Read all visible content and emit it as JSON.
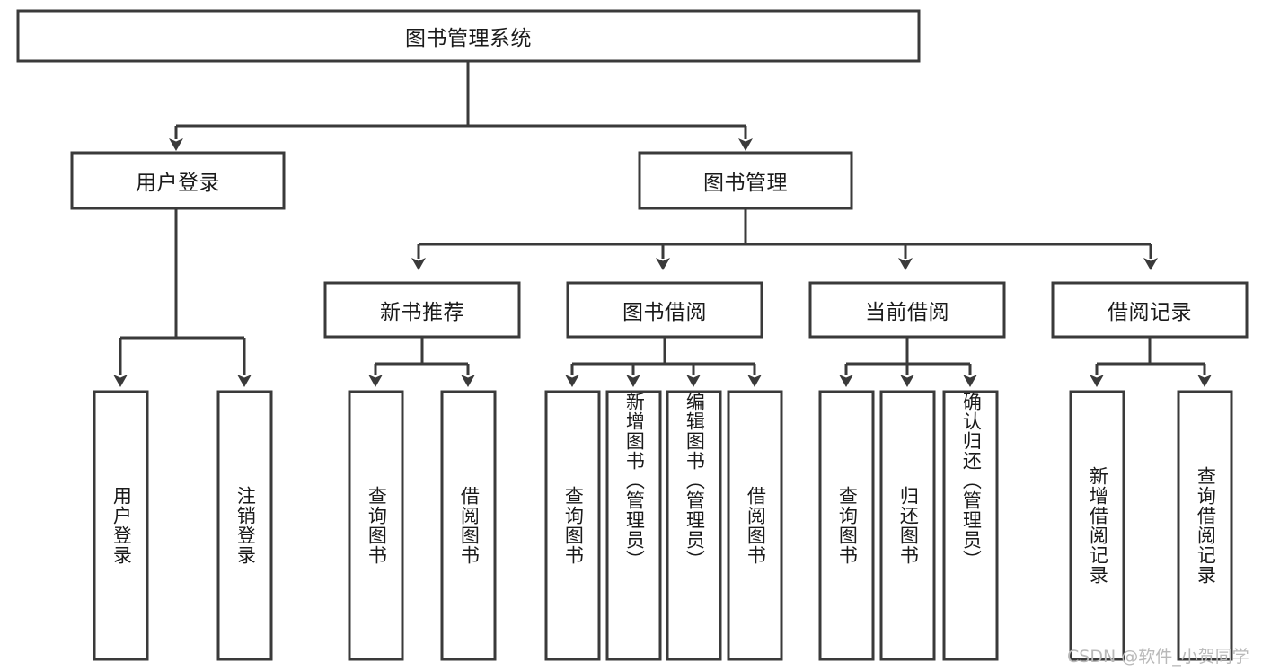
{
  "diagram": {
    "type": "hierarchy-tree",
    "title": "图书管理系统",
    "watermark": "CSDN @软件_小贺同学",
    "nodes": {
      "root": {
        "label": "图书管理系统"
      },
      "level2": [
        {
          "id": "user-login",
          "label": "用户登录"
        },
        {
          "id": "book-manage",
          "label": "图书管理"
        }
      ],
      "level3": [
        {
          "id": "new-book-recommend",
          "label": "新书推荐"
        },
        {
          "id": "book-borrow",
          "label": "图书借阅"
        },
        {
          "id": "current-borrow",
          "label": "当前借阅"
        },
        {
          "id": "borrow-record",
          "label": "借阅记录"
        }
      ],
      "leaves": {
        "user-login": [
          {
            "id": "leaf-user-login",
            "label": "用户登录"
          },
          {
            "id": "leaf-logout-login",
            "label": "注销登录"
          }
        ],
        "new-book-recommend": [
          {
            "id": "leaf-query-book-1",
            "label": "查询图书"
          },
          {
            "id": "leaf-borrow-book-1",
            "label": "借阅图书"
          }
        ],
        "book-borrow": [
          {
            "id": "leaf-query-book-2",
            "label": "查询图书"
          },
          {
            "id": "leaf-add-book",
            "label": "新增图书（管理员）"
          },
          {
            "id": "leaf-edit-book",
            "label": "编辑图书（管理员）"
          },
          {
            "id": "leaf-borrow-book-2",
            "label": "借阅图书"
          }
        ],
        "current-borrow": [
          {
            "id": "leaf-query-book-3",
            "label": "查询图书"
          },
          {
            "id": "leaf-return-book",
            "label": "归还图书"
          },
          {
            "id": "leaf-confirm-return",
            "label": "确认归还（管理员）"
          }
        ],
        "borrow-record": [
          {
            "id": "leaf-add-record",
            "label": "新增借阅记录"
          },
          {
            "id": "leaf-query-record",
            "label": "查询借阅记录"
          }
        ]
      }
    },
    "colors": {
      "box_stroke": "#3a3a3a",
      "box_fill": "#ffffff",
      "text": "#1a1a1a",
      "watermark": "#b9b9b9",
      "background": "#ffffff"
    }
  }
}
